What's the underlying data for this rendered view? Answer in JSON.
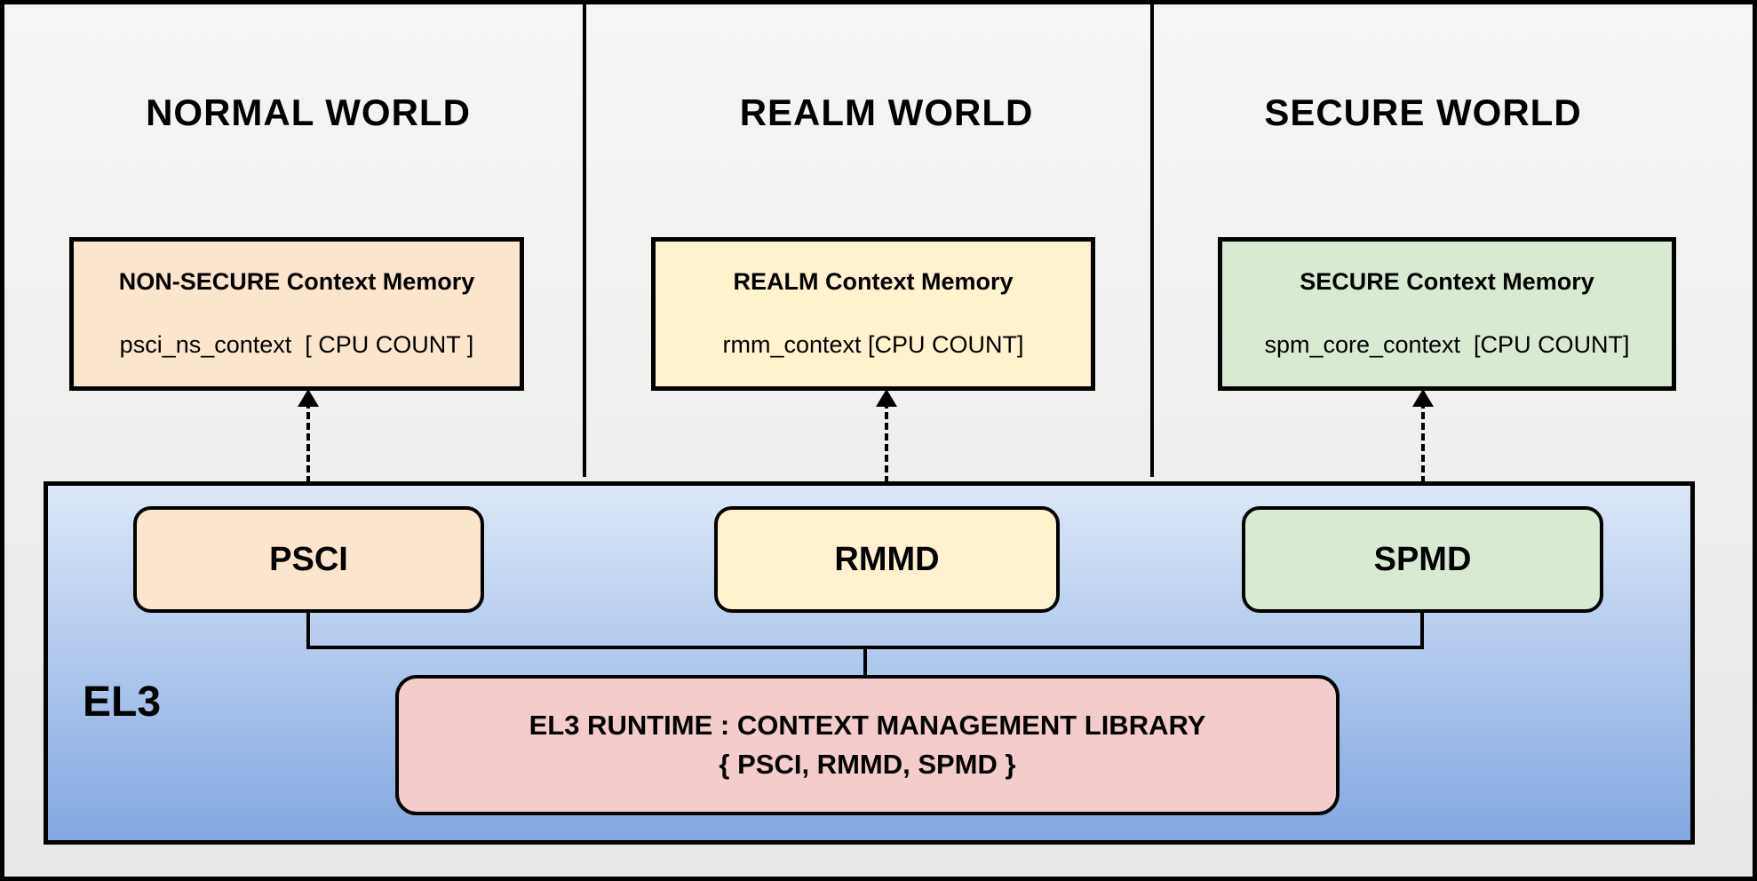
{
  "worlds": [
    {
      "title": "NORMAL WORLD",
      "memory_title": "NON-SECURE Context Memory",
      "memory_code": "psci_ns_context  [ CPU COUNT ]",
      "component": "PSCI",
      "fill_color": "#fce5cd"
    },
    {
      "title": "REALM WORLD",
      "memory_title": "REALM Context Memory",
      "memory_code": "rmm_context [CPU COUNT]",
      "component": "RMMD",
      "fill_color": "#fff2cc"
    },
    {
      "title": "SECURE WORLD",
      "memory_title": "SECURE Context Memory",
      "memory_code": "spm_core_context  [CPU COUNT]",
      "component": "SPMD",
      "fill_color": "#d9ead3"
    }
  ],
  "el3": {
    "label": "EL3",
    "runtime_line1": "EL3 RUNTIME : CONTEXT MANAGEMENT LIBRARY",
    "runtime_line2": "{ PSCI, RMMD, SPMD }",
    "runtime_fill_color": "#f4cccc",
    "gradient_top_color": "#dce8f8",
    "gradient_bottom_color": "#83a8e1"
  },
  "colors": {
    "background_top": "#f6f6f5",
    "background_bottom": "#e8e8e7",
    "border": "#000000"
  }
}
